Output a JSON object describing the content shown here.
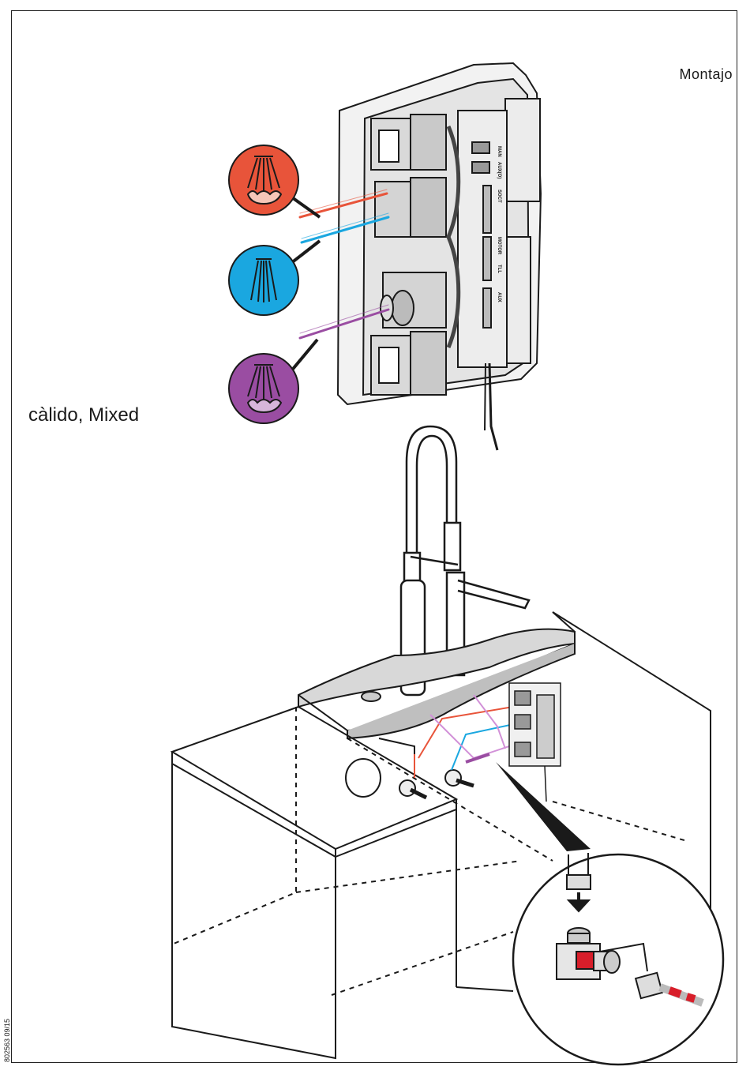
{
  "header": {
    "section_title": "Montajo"
  },
  "legend": {
    "caption": "càlido, Mixed",
    "items": [
      {
        "icon": "hot-water-icon",
        "color": "#e8543a"
      },
      {
        "icon": "cold-water-icon",
        "color": "#1aa7e0"
      },
      {
        "icon": "mixed-water-icon",
        "color": "#9a4da2"
      }
    ]
  },
  "unit_labels": [
    "MAN",
    "AUX(O)",
    "SOCT",
    "MOTOR",
    "TLL",
    "AUX"
  ],
  "footer": {
    "document_code": "802563 09/15"
  },
  "colors": {
    "hot": "#e8543a",
    "cold": "#1aa7e0",
    "mixed": "#9a4da2",
    "line": "#1a1a1a"
  }
}
